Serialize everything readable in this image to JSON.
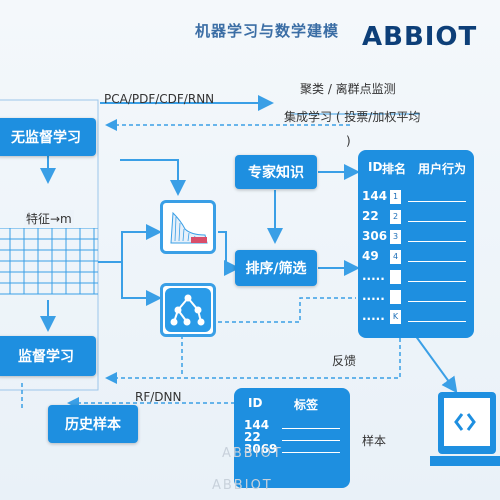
{
  "header": {
    "title": "机器学习与数学建模",
    "brand": "ABBIOT"
  },
  "labels": {
    "pca": "PCA/PDF/CDF/RNN",
    "cluster": "聚类 / 离群点监测",
    "ensemble": "集成学习 ( 投票/加权平均",
    "paren": ")",
    "feature": "特征→m",
    "feedback": "反馈",
    "rfdnn": "RF/DNN",
    "sample": "样本"
  },
  "boxes": {
    "unsupervised": "无监督学习",
    "supervised": "监督学习",
    "history": "历史样本",
    "expert": "专家知识",
    "sort": "排序/筛选"
  },
  "table_right": {
    "headers": [
      "ID",
      "排名",
      "用户行为"
    ],
    "ids": [
      "144",
      "22",
      "306",
      "49",
      ".....",
      ".....",
      "....."
    ],
    "ranks": [
      "1",
      "2",
      "3",
      "4",
      "",
      "",
      "K"
    ]
  },
  "table_bottom": {
    "headers": [
      "ID",
      "标签"
    ],
    "ids": [
      "144",
      "22",
      "3069"
    ]
  },
  "watermarks": [
    "ABBIOT",
    "ABBIOT"
  ],
  "icons": [
    "surface-plot-icon",
    "tree-graph-icon",
    "laptop-icon"
  ]
}
